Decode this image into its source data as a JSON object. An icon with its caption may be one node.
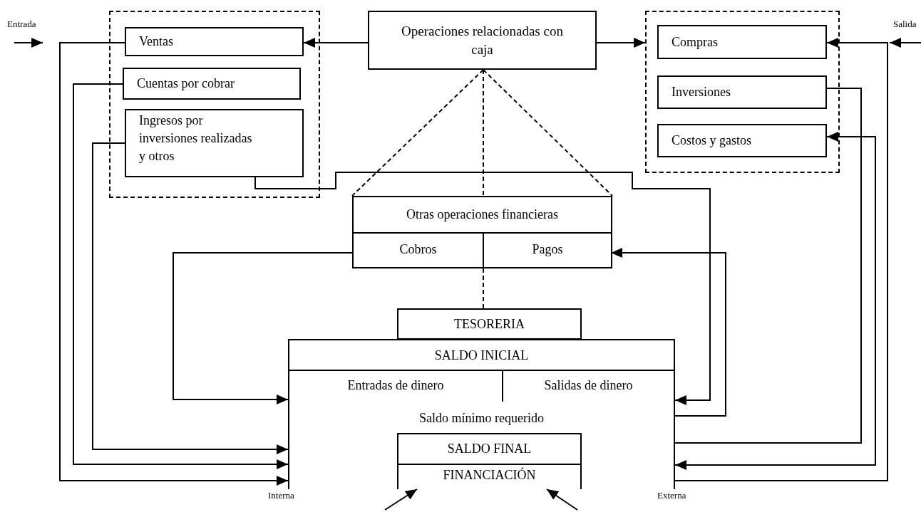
{
  "diagram": {
    "nodes": [
      {
        "text": [],
        "shape": "box"
      },
      {
        "text": [
          "Ventas"
        ],
        "in": 0
      },
      {
        "text": [
          "Cuentas por cobrar"
        ],
        "in": 0
      },
      {
        "text": [
          "Ingresos por inversiones realizadas y otros"
        ],
        "in": 0
      },
      {
        "text": [
          "Operaciones relacionadas con caja"
        ]
      },
      {
        "text": [],
        "shape": "box"
      },
      {
        "text": [
          "Compras"
        ],
        "in": 5
      },
      {
        "text": [
          "Inversiones"
        ],
        "in": 5
      },
      {
        "text": [
          "Costos y gastos"
        ],
        "in": 5
      },
      {
        "text": [
          "Otras operaciones financieras"
        ]
      },
      {
        "text": [
          "Cobros"
        ],
        "in": 9
      },
      {
        "text": [
          "Pagos"
        ],
        "in": 9
      },
      {
        "text": [
          "TESORERIA"
        ]
      },
      {
        "text": [
          "SALDO INICIAL",
          "Saldo mínimo requerido"
        ]
      },
      {
        "text": [
          "Entradas de dinero"
        ],
        "in": 13
      },
      {
        "text": [
          "Salidas de dinero"
        ],
        "in": 13
      },
      {
        "text": [
          "SALDO FINAL"
        ],
        "in": 13
      },
      {
        "text": [
          "FINANCIACIÓN"
        ],
        "in": 13
      }
    ],
    "edges": [
      {
        "from": 4,
        "to": 1,
        "arrow": "to"
      },
      {
        "from": 4,
        "to": 5,
        "arrow": "to"
      },
      {
        "from": 4,
        "to": 9,
        "arrow": "none",
        "style": "dashed"
      },
      {
        "from": 4,
        "to": 9,
        "arrow": "none",
        "style": "dashed"
      },
      {
        "from": 4,
        "to": 9,
        "arrow": "none",
        "style": "dashed"
      },
      {
        "from": 1,
        "to": 13,
        "arrow": "to"
      },
      {
        "from": 2,
        "to": 13,
        "arrow": "to"
      },
      {
        "from": 3,
        "to": 13,
        "arrow": "to"
      },
      {
        "from": 3,
        "to": 13,
        "arrow": "to"
      },
      {
        "from": 10,
        "to": 13,
        "arrow": "to"
      },
      {
        "from": 13,
        "to": 11,
        "arrow": "to"
      },
      {
        "from": 7,
        "to": 13,
        "arrow": "none"
      },
      {
        "from": 8,
        "to": 13,
        "arrow": "both"
      },
      {
        "from": 13,
        "to": 6,
        "arrow": "to"
      },
      {
        "from": 9,
        "to": 12,
        "arrow": "none",
        "style": "dashed"
      },
      {
        "from": null,
        "to": 17,
        "arrow": "to"
      },
      {
        "from": null,
        "to": 17,
        "arrow": "to"
      }
    ],
    "labels": [
      "Entrada",
      "Salida",
      "Interna",
      "Externa"
    ]
  }
}
